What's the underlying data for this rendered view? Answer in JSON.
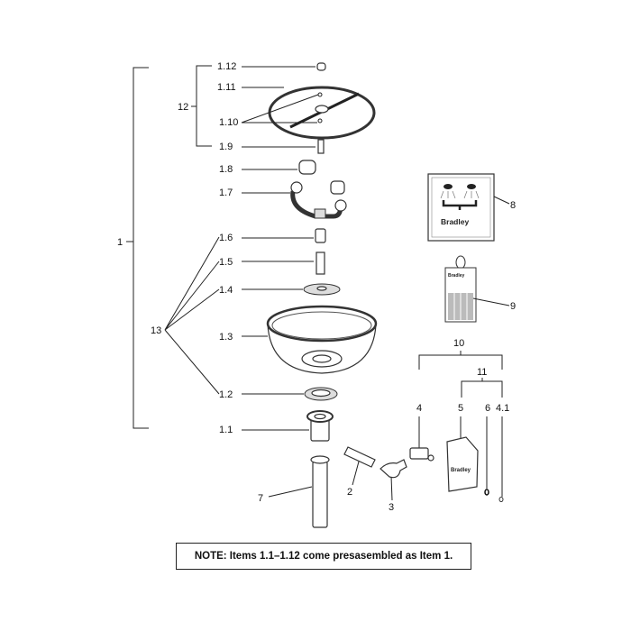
{
  "labels": {
    "item_1": "1",
    "item_1_1": "1.1",
    "item_1_2": "1.2",
    "item_1_3": "1.3",
    "item_1_4": "1.4",
    "item_1_5": "1.5",
    "item_1_6": "1.6",
    "item_1_7": "1.7",
    "item_1_8": "1.8",
    "item_1_9": "1.9",
    "item_1_10": "1.10",
    "item_1_11": "1.11",
    "item_1_12": "1.12",
    "item_2": "2",
    "item_3": "3",
    "item_4": "4",
    "item_4_1": "4.1",
    "item_5": "5",
    "item_6": "6",
    "item_7": "7",
    "item_8": "8",
    "item_9": "9",
    "item_10": "10",
    "item_11": "11",
    "item_12": "12",
    "item_13": "13"
  },
  "brand": "Bradley",
  "note": "NOTE: Items 1.1–1.12 come presasembled as Item 1."
}
